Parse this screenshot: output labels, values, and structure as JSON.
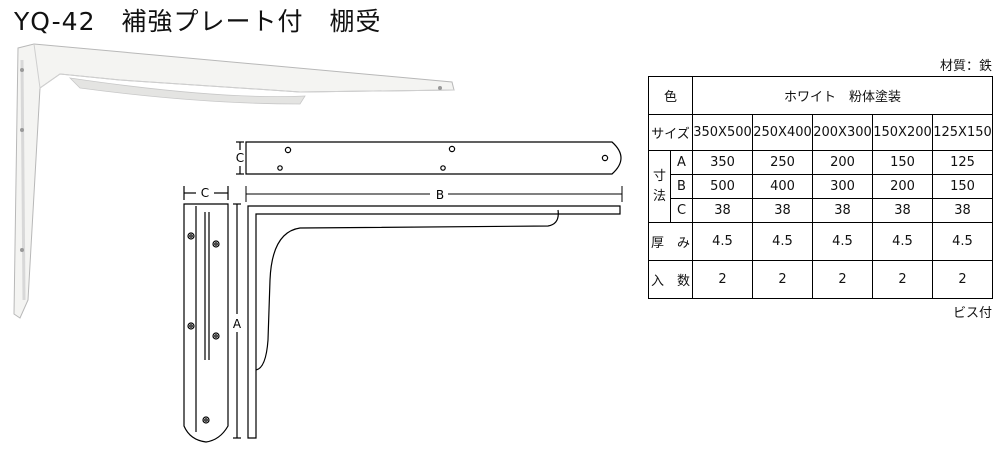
{
  "title": "YQ-42　補強プレート付　棚受",
  "material": "材質：鉄",
  "screws": "ビス付",
  "diagram_labels": {
    "a": "A",
    "b": "B",
    "c_top": "C",
    "c_side": "C"
  },
  "spec_table": {
    "color_label": "色",
    "color_value": "ホワイト　粉体塗装",
    "size_label": "サイズ",
    "sizes": [
      "350X500",
      "250X400",
      "200X300",
      "150X200",
      "125X150"
    ],
    "dim_label": "寸法",
    "dim_rows": [
      {
        "key": "A",
        "values": [
          "350",
          "250",
          "200",
          "150",
          "125"
        ]
      },
      {
        "key": "B",
        "values": [
          "500",
          "400",
          "300",
          "200",
          "150"
        ]
      },
      {
        "key": "C",
        "values": [
          "38",
          "38",
          "38",
          "38",
          "38"
        ]
      }
    ],
    "thickness_label": "厚　み",
    "thickness": [
      "4.5",
      "4.5",
      "4.5",
      "4.5",
      "4.5"
    ],
    "qty_label": "入　数",
    "qty": [
      "2",
      "2",
      "2",
      "2",
      "2"
    ]
  }
}
